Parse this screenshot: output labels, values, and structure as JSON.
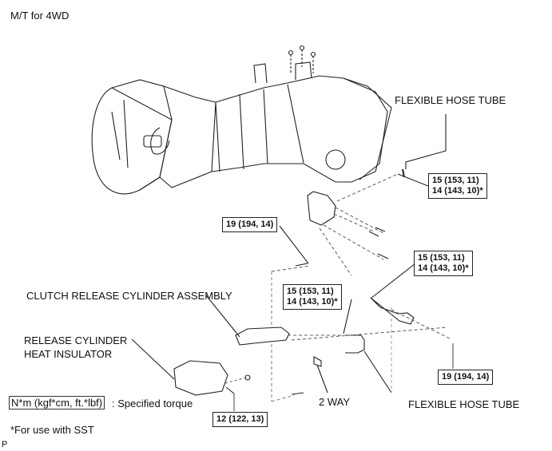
{
  "title": "M/T for 4WD",
  "labels": {
    "flexible_hose_tube_top": "FLEXIBLE HOSE TUBE",
    "flexible_hose_tube_bottom": "FLEXIBLE HOSE TUBE",
    "clutch_release_cylinder_assembly": "CLUTCH RELEASE CYLINDER ASSEMBLY",
    "release_cylinder_heat_insulator_line1": "RELEASE CYLINDER",
    "release_cylinder_heat_insulator_line2": "HEAT INSULATOR",
    "two_way": "2 WAY"
  },
  "torque_specs": {
    "hose_top": {
      "line1": "15 (153, 11)",
      "line2": "14 (143, 10)*"
    },
    "bolt_left": {
      "line1": "19 (194, 14)"
    },
    "hose_mid_right": {
      "line1": "15 (153, 11)",
      "line2": "14 (143, 10)*"
    },
    "hose_center": {
      "line1": "15 (153, 11)",
      "line2": "14 (143, 10)*"
    },
    "bolt_right": {
      "line1": "19 (194, 14)"
    },
    "insulator_bolt": {
      "line1": "12 (122, 13)"
    }
  },
  "legend": {
    "unit_box": "N*m (kgf*cm, ft.*lbf)",
    "unit_desc": ": Specified torque",
    "sst_note": "*For use with SST"
  },
  "corner_mark": "P"
}
